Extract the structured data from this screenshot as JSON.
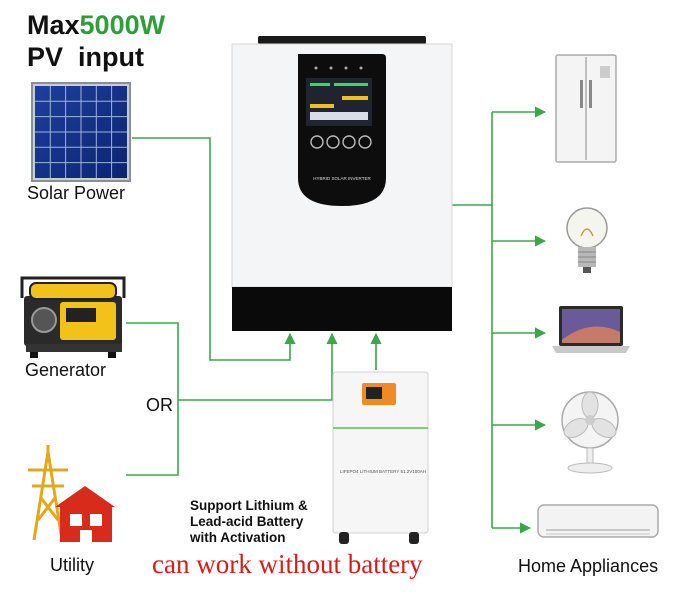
{
  "headline": {
    "prefix": "Max",
    "power": "5000W",
    "line2": "PV  input"
  },
  "sources": {
    "solar_label": "Solar Power",
    "generator_label": "Generator",
    "or_label": "OR",
    "utility_label": "Utility"
  },
  "inverter": {
    "panel_text": "HYBRID SOLAR INVERTER"
  },
  "battery": {
    "panel_text": "LIFEPO4 LITHIUM BATTERY 51.2V100AH"
  },
  "support_note": {
    "line1": "Support Lithium &",
    "line2": "Lead-acid Battery",
    "line3": "with Activation"
  },
  "footer_note": "can work without battery",
  "outputs": {
    "label": "Home Appliances"
  },
  "colors": {
    "accent_green": "#2e9e3a",
    "line_green": "#3aa84a",
    "warning_red": "#d41c1c",
    "battery_orange": "#f08a24"
  }
}
